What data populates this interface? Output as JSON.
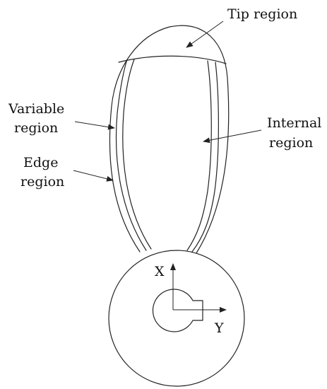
{
  "labels": {
    "tip": "Tip region",
    "variable_line1": "Variable",
    "variable_line2": "region",
    "internal_line1": "Internal",
    "internal_line2": "region",
    "edge_line1": "Edge",
    "edge_line2": "region",
    "axis_x": "X",
    "axis_y": "Y"
  },
  "colors": {
    "ink": "#222222",
    "background": "#ffffff"
  }
}
